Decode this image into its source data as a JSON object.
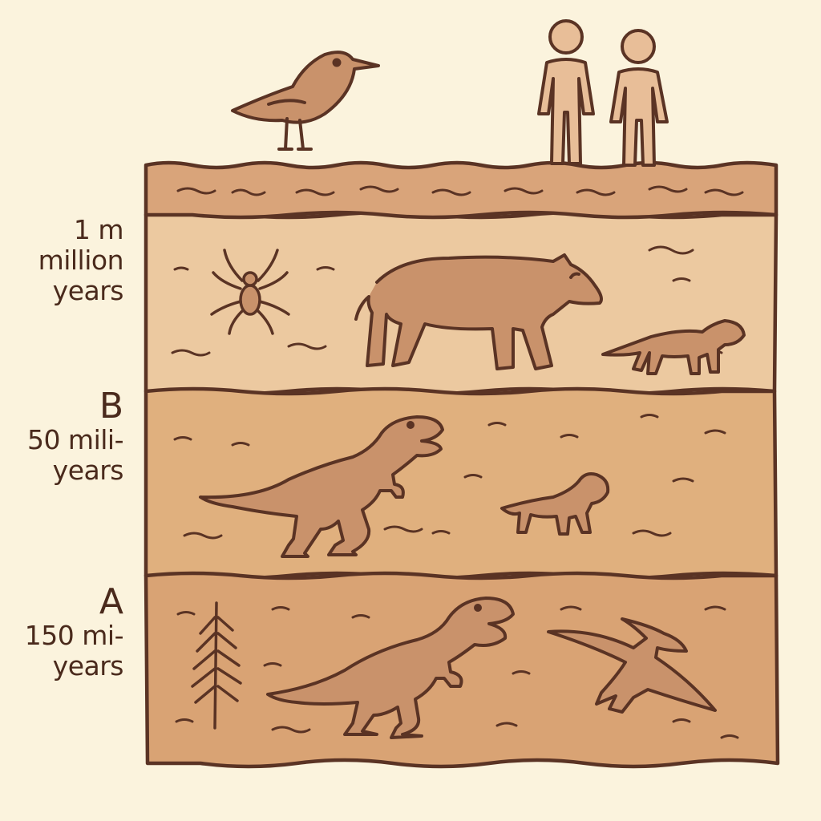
{
  "colors": {
    "background": "#fbf3dd",
    "outline": "#5a3324",
    "topsoil": "#d9a47a",
    "layer_c": "#ecc9a0",
    "layer_b": "#e0b07e",
    "layer_a": "#d9a374",
    "creature_fill": "#c9926b",
    "human_fill": "#e8be98"
  },
  "labels": {
    "layer_c": {
      "letter": "",
      "line1": "1 m",
      "line2": "million",
      "line3": "years"
    },
    "layer_b": {
      "letter": "B",
      "line1": "50 mili-",
      "line2": "years"
    },
    "layer_a": {
      "letter": "A",
      "line1": "150 mi-",
      "line2": "years"
    }
  },
  "icons": {
    "surface": [
      "bird-icon",
      "human-icon",
      "human-icon"
    ],
    "layer_c": [
      "spider-icon",
      "tapir-like-mammal-icon",
      "weasel-icon"
    ],
    "layer_b": [
      "theropod-dinosaur-icon",
      "small-mammal-icon"
    ],
    "layer_a": [
      "fern-fossil-icon",
      "theropod-dinosaur-icon",
      "pterosaur-icon"
    ]
  }
}
